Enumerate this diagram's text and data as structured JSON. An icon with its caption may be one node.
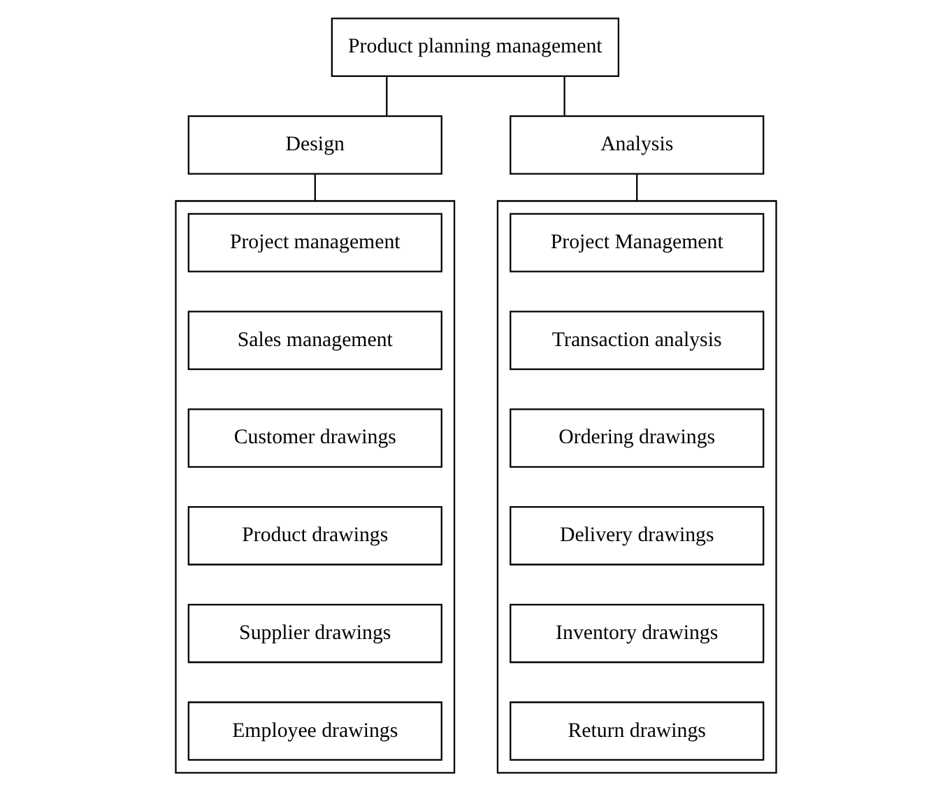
{
  "diagram": {
    "nodes": [
      {
        "text": [
          "Product planning management"
        ]
      },
      {
        "text": [
          "Design"
        ]
      },
      {
        "text": [
          "Analysis"
        ]
      },
      {
        "text": [],
        "shape": "box"
      },
      {
        "text": [
          "Project management"
        ],
        "in": 3
      },
      {
        "text": [
          "Sales management"
        ],
        "in": 3
      },
      {
        "text": [
          "Customer drawings"
        ],
        "in": 3
      },
      {
        "text": [
          "Product drawings"
        ],
        "in": 3
      },
      {
        "text": [
          "Supplier drawings"
        ],
        "in": 3
      },
      {
        "text": [
          "Employee drawings"
        ],
        "in": 3
      },
      {
        "text": [],
        "shape": "box"
      },
      {
        "text": [
          "Project Management"
        ],
        "in": 10
      },
      {
        "text": [
          "Transaction analysis"
        ],
        "in": 10
      },
      {
        "text": [
          "Ordering drawings"
        ],
        "in": 10
      },
      {
        "text": [
          "Delivery drawings"
        ],
        "in": 10
      },
      {
        "text": [
          "Inventory drawings"
        ],
        "in": 10
      },
      {
        "text": [
          "Return drawings"
        ],
        "in": 10
      }
    ],
    "edges": [
      {
        "from": 0,
        "to": 1,
        "arrow": "none"
      },
      {
        "from": 0,
        "to": 2,
        "arrow": "none"
      },
      {
        "from": 1,
        "to": 3,
        "arrow": "none"
      },
      {
        "from": 2,
        "to": 10,
        "arrow": "none"
      }
    ]
  }
}
